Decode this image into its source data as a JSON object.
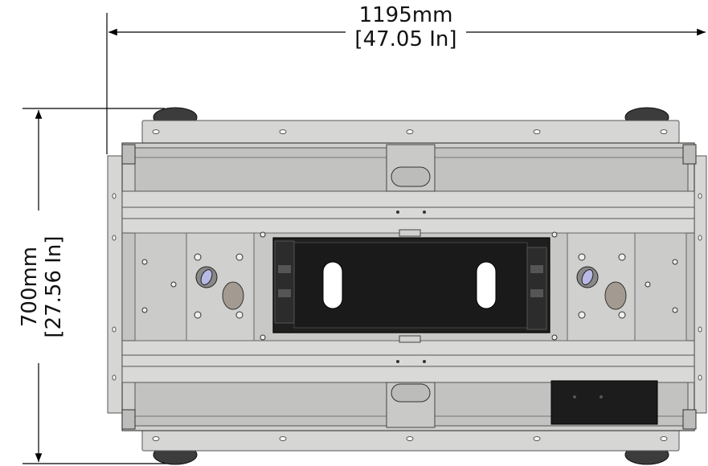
{
  "dimensions": {
    "width": {
      "mm": "1195mm",
      "inches": "[47.05 In]"
    },
    "height": {
      "mm": "700mm",
      "inches": "[27.56 In]"
    }
  },
  "colors": {
    "frame": "#d3d3d1",
    "frame_dark": "#8a8a88",
    "panel": "#c6c6c4",
    "wheel": "#3a3a3a",
    "plate": "#1e1e1e",
    "slot": "#ffffff",
    "dimension_line": "#000000"
  }
}
